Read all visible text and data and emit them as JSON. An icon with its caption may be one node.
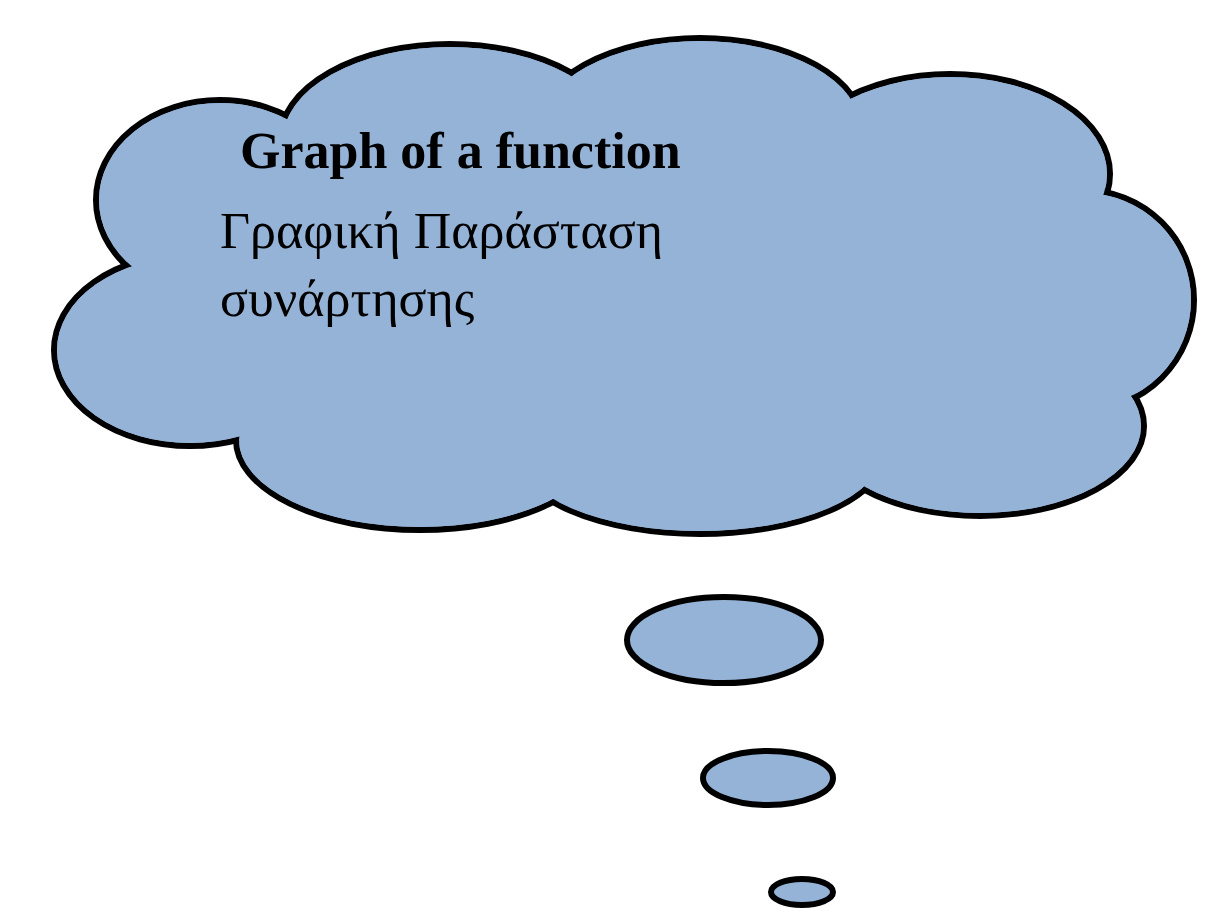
{
  "diagram": {
    "nodes": [
      {
        "text": [
          "Graph of a function",
          "Γραφική Παράσταση συνάρτησης"
        ]
      },
      {
        "text": [],
        "shape": "circle"
      },
      {
        "text": [],
        "shape": "circle"
      },
      {
        "text": [],
        "shape": "circle"
      }
    ],
    "edges": []
  }
}
